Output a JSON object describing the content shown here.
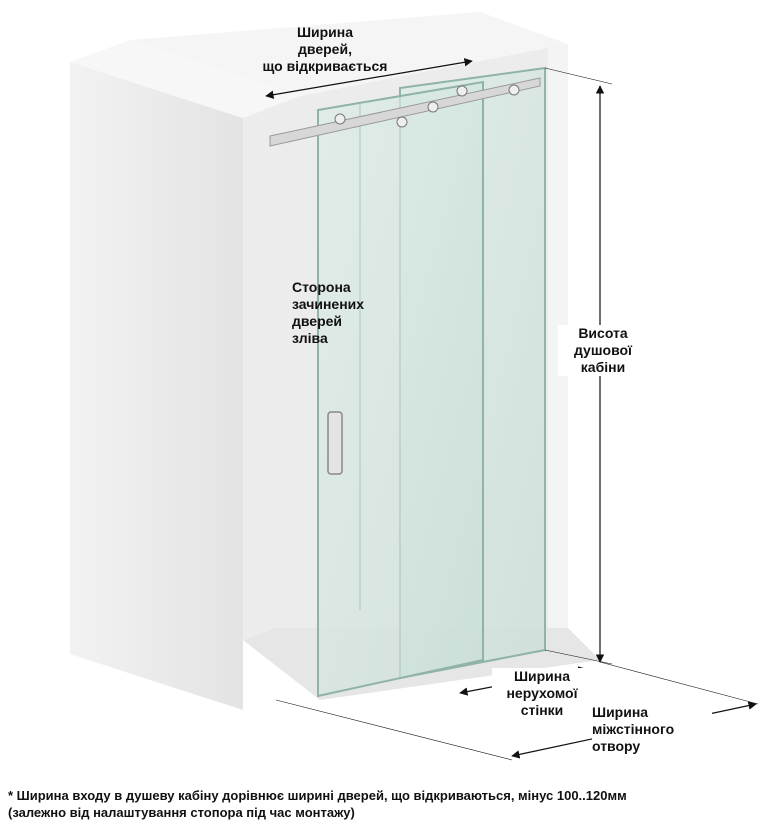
{
  "labels": {
    "opening_door_width": [
      "Ширина",
      "дверей,",
      "що відкривається"
    ],
    "closed_door_side": [
      "Сторона",
      "зачинених",
      "дверей",
      "зліва"
    ],
    "cabin_height": [
      "Висота",
      "душової",
      "кабіни"
    ],
    "fixed_panel_width": [
      "Ширина",
      "нерухомої",
      "стінки"
    ],
    "wall_opening_width": [
      "Ширина",
      "міжстінного",
      "отвору"
    ]
  },
  "footnote": [
    "* Ширина входу в душеву кабіну дорівнює ширині дверей, що відкриваються, мінус 100..120мм",
    "(залежно від налаштування стопора під час монтажу)"
  ]
}
